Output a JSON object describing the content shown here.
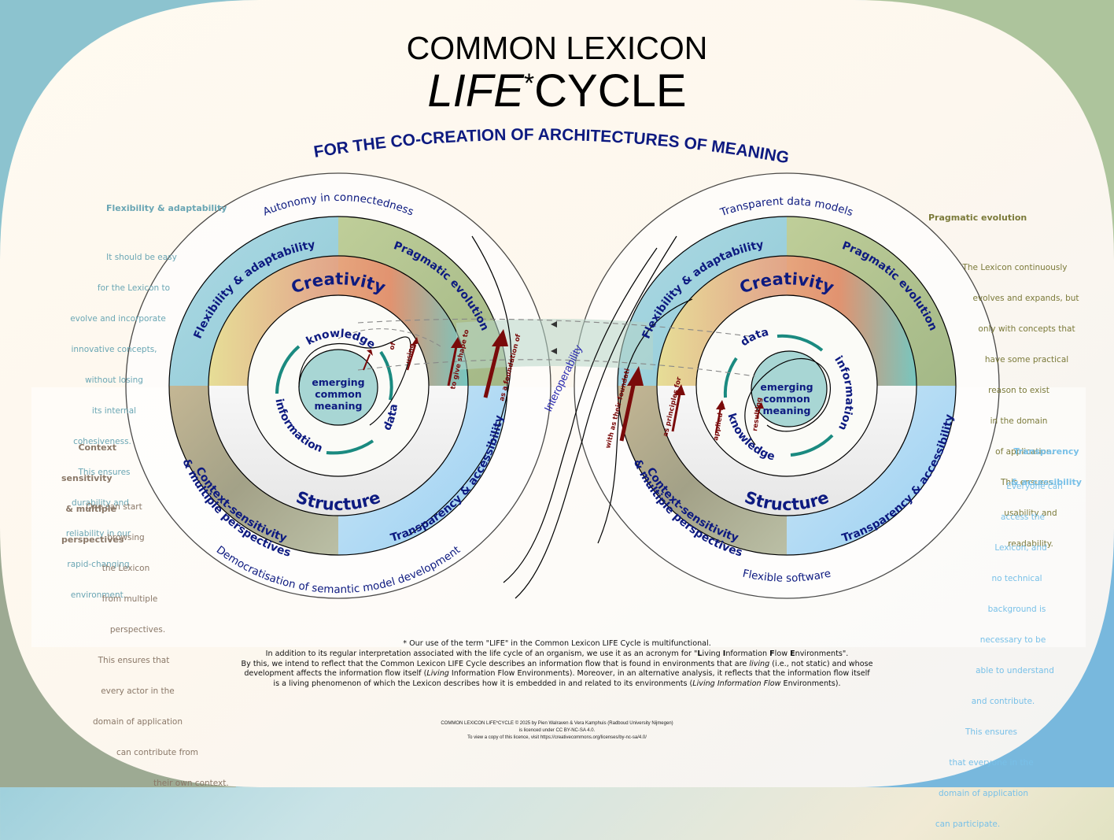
{
  "title": {
    "line1": "COMMON LEXICON",
    "life": "LIFE",
    "star": "*",
    "cycle": "CYCLE",
    "subtitle": "FOR THE  CO-CREATION OF ARCHITECTURES OF MEANING"
  },
  "colors": {
    "navy": "#0d1a80",
    "teal": "#1a8a80",
    "arrow": "#7a0a0a",
    "flex_text": "#6aa6b4",
    "context_text": "#8a7868",
    "pragmatic_text": "#7b7a3a",
    "transparency_text": "#78c0e8"
  },
  "left_circle": {
    "outer_top": "Autonomy in connectedness",
    "outer_bottom": "Democratisation of semantic model development",
    "quadrants": [
      "Flexibility & adaptability",
      "Pragmatic evolution",
      "Context-sensitivity",
      "& multiple perspectives",
      "Transparency & accessibility"
    ],
    "creativity": "Creativity",
    "structure": "Structure",
    "inner": [
      "knowledge",
      "data",
      "information"
    ],
    "center": [
      "emerging",
      "common",
      "meaning"
    ],
    "arrows": [
      "of",
      "using",
      "to give shape to",
      "as a foundation of"
    ]
  },
  "right_circle": {
    "outer_top": "Transparent data models",
    "outer_bottom": "Flexible software",
    "quadrants": [
      "Flexibility & adaptability",
      "Pragmatic evolution",
      "Context-sensitivity",
      "& multiple perspectives",
      "Transparency & accessibility"
    ],
    "creativity": "Creativity",
    "structure": "Structure",
    "inner": [
      "data",
      "information",
      "knowledge"
    ],
    "center": [
      "emerging",
      "common",
      "meaning"
    ],
    "arrows": [
      "with as their foundation",
      "as principles for",
      "applied to",
      "resulting in"
    ]
  },
  "interoperability": "Interoperability",
  "side_notes": {
    "flexibility": {
      "heading": "Flexibility & adaptability",
      "lines": [
        "It should be easy",
        "for the Lexicon to",
        "evolve and incorporate",
        "innovative concepts,",
        "without losing",
        "its internal",
        "cohesiveness.",
        "This ensures",
        "durability and",
        "reliability in our",
        "rapid-changing",
        "environment."
      ]
    },
    "context": {
      "heading": [
        "Context",
        "sensitivity",
        "& multiple",
        "perspectives"
      ],
      "lines": [
        "One can start",
        "browsing",
        "the Lexicon",
        "from multiple",
        "perspectives.",
        "This ensures that",
        "every actor in the",
        "domain of application",
        "can contribute from",
        "their own context."
      ]
    },
    "pragmatic": {
      "heading": "Pragmatic evolution",
      "lines": [
        "The Lexicon continuously",
        "evolves and expands, but",
        "only with concepts that",
        "have some practical",
        "reason to exist",
        "in the domain",
        "of application.",
        "This ensures",
        "usability and",
        "readability."
      ]
    },
    "transparency": {
      "heading": [
        "Transparency",
        "& accessibility"
      ],
      "lines": [
        "Everyone can",
        "access the",
        "Lexicon, and",
        "no technical",
        "background is",
        "necessary to be",
        "able to understand",
        "and contribute.",
        "This ensures",
        "that everyone in the",
        "domain of application",
        "can participate."
      ]
    }
  },
  "footnote": {
    "line1": "* Our use of the term \"LIFE\" in the Common Lexicon LIFE Cycle is multifunctional.",
    "line2_pre": "In addition to its regular interpretation associated with the life cycle of an organism, we use it as an acronym for \"",
    "acronym": [
      "L",
      "iving ",
      "I",
      "nformation ",
      "F",
      "low ",
      "E",
      "nvironments"
    ],
    "line2_post": "\".",
    "line3a": "By this, we intend to reflect that the Common Lexicon LIFE Cycle describes an information flow that is found in environments that are ",
    "line3_living": "living",
    "line3b": " (i.e., not static) and whose",
    "line4a": "development affects the information flow itself (",
    "line4_living": "Living",
    "line4b": " Information Flow Environments). Moreover, in an alternative analysis, it reflects that the information flow itself",
    "line5a": "is a living phenomenon of which the Lexicon describes how it is embedded in and related to its environments (",
    "line5_italic": "Living Information Flow",
    "line5b": " Environments)."
  },
  "credit": {
    "line1": "COMMON LEXICON LIFE*CYCLE © 2025 by Pien Walraven & Vera Kamphuis (Radboud University Nijmegen)",
    "line2": "is licenced under CC BY-NC-SA 4.0.",
    "line3": "To view a copy of this licence, visit https://creativecommons.org/licenses/by-nc-sa/4.0/"
  }
}
